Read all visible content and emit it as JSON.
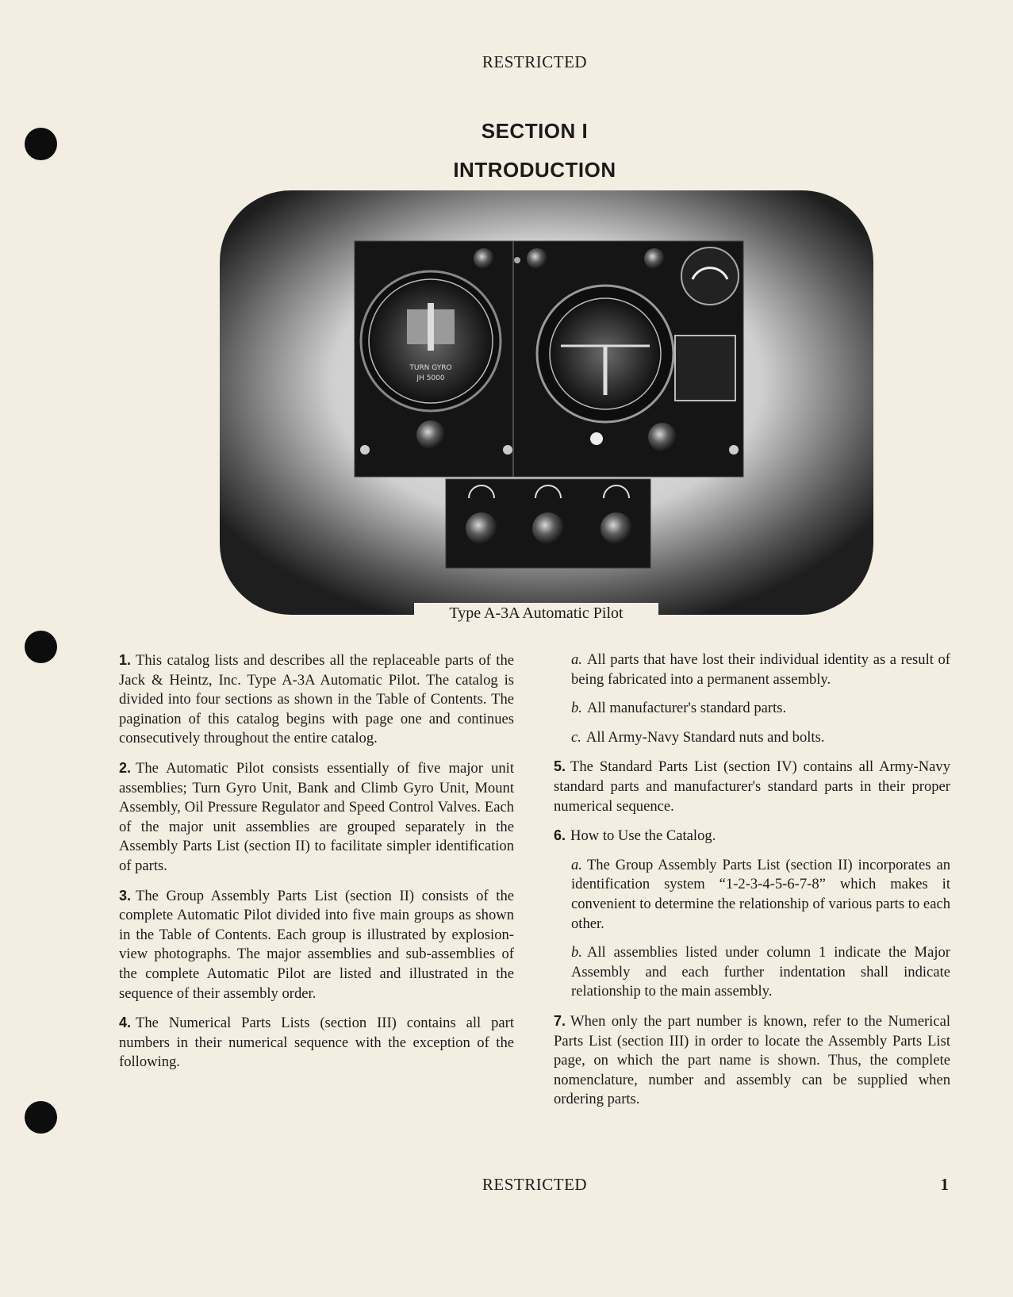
{
  "header": {
    "classification": "RESTRICTED"
  },
  "section": {
    "number": "SECTION I",
    "title": "INTRODUCTION"
  },
  "figure": {
    "caption": "Type A-3A Automatic Pilot"
  },
  "left_column": [
    {
      "num": "1.",
      "text": "This catalog lists and describes all the replaceable parts of the Jack & Heintz, Inc. Type A-3A Automatic Pilot. The catalog is divided into four sections as shown in the Table of Contents. The pagination of this catalog begins with page one and continues consecutively throughout the entire catalog."
    },
    {
      "num": "2.",
      "text": "The Automatic Pilot consists essentially of five major unit assemblies; Turn Gyro Unit, Bank and Climb Gyro Unit, Mount Assembly, Oil Pressure Regulator and Speed Control Valves. Each of the major unit assemblies are grouped separately in the Assembly Parts List (section II) to facilitate simpler identification of parts."
    },
    {
      "num": "3.",
      "text": "The Group Assembly Parts List (section II) consists of the complete Automatic Pilot divided into five main groups as shown in the Table of Contents. Each group is illustrated by explosion-view photographs. The major assemblies and sub-assemblies of the complete Automatic Pilot are listed and illustrated in the sequence of their assembly order."
    },
    {
      "num": "4.",
      "text": "The Numerical Parts Lists (section III) contains all part numbers in their numerical sequence with the exception of the following."
    }
  ],
  "right_column": [
    {
      "letter": "a.",
      "text": "All parts that have lost their individual identity as a result of being fabricated into a permanent assembly."
    },
    {
      "letter": "b.",
      "text": "All manufacturer's standard parts."
    },
    {
      "letter": "c.",
      "text": "All Army-Navy Standard nuts and bolts."
    },
    {
      "num": "5.",
      "text": "The Standard Parts List (section IV) contains all Army-Navy standard parts and manufacturer's standard parts in their proper numerical sequence."
    },
    {
      "num": "6.",
      "text": "How to Use the Catalog."
    },
    {
      "letter": "a.",
      "text": "The Group Assembly Parts List (section II) incorporates an identification system “1-2-3-4-5-6-7-8” which makes it convenient to determine the relationship of various parts to each other."
    },
    {
      "letter": "b.",
      "text": "All assemblies listed under column 1 indicate the Major Assembly and each further indentation shall indicate relationship to the main assembly."
    },
    {
      "num": "7.",
      "text": "When only the part number is known, refer to the Numerical Parts List (section III) in order to locate the Assembly Parts List page, on which the part name is shown. Thus, the complete nomenclature, number and assembly can be supplied when ordering parts."
    }
  ],
  "footer": {
    "classification": "RESTRICTED",
    "page_number": "1"
  }
}
